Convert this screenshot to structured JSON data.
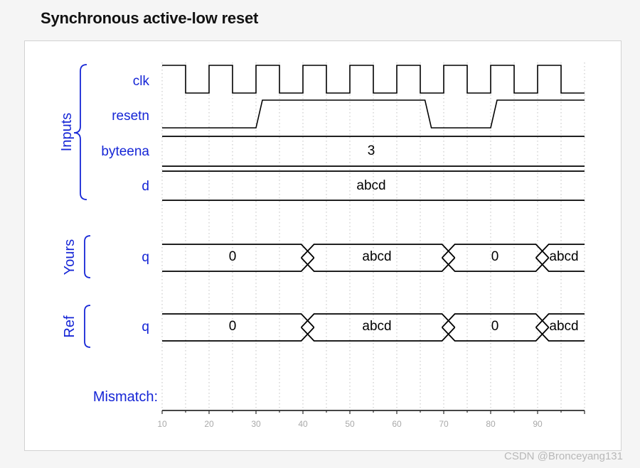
{
  "title": "Synchronous active-low reset",
  "watermark": "CSDN @Bronceyang131",
  "colors": {
    "label_blue": "#1626d6",
    "wave_black": "#000000",
    "grid_gray": "#bfbfbf",
    "tick_gray": "#a9a9a9",
    "panel_bg": "#ffffff",
    "page_bg": "#f5f5f5",
    "panel_border": "#d2d2d2"
  },
  "groups": {
    "inputs": "Inputs",
    "yours": "Yours",
    "ref": "Ref",
    "mismatch": "Mismatch:"
  },
  "signals": {
    "clk": "clk",
    "resetn": "resetn",
    "byteena": "byteena",
    "d": "d",
    "q_yours": "q",
    "q_ref": "q"
  },
  "bus_values": {
    "byteena": "3",
    "d": "abcd",
    "q_seg_1": "0",
    "q_seg_2": "abcd",
    "q_seg_3": "0",
    "q_seg_4": "abcd"
  },
  "axis": {
    "ticks": [
      "10",
      "20",
      "30",
      "40",
      "50",
      "60",
      "70",
      "80",
      "90"
    ],
    "tick_values": [
      10,
      20,
      30,
      40,
      50,
      60,
      70,
      80,
      90
    ],
    "t_start": 10,
    "t_end": 100,
    "minor_step": 5
  },
  "chart_data": {
    "type": "line",
    "title": "Synchronous active-low reset",
    "xlabel": "",
    "ylabel": "",
    "xlim": [
      10,
      100
    ],
    "grid": true,
    "legend": "none",
    "series": [
      {
        "name": "clk",
        "kind": "digital",
        "description": "Square wave, period 10, high from t=10 to 15, then toggling every 5 units",
        "transitions": [
          {
            "t": 10,
            "v": 1
          },
          {
            "t": 15,
            "v": 0
          },
          {
            "t": 20,
            "v": 1
          },
          {
            "t": 25,
            "v": 0
          },
          {
            "t": 30,
            "v": 1
          },
          {
            "t": 35,
            "v": 0
          },
          {
            "t": 40,
            "v": 1
          },
          {
            "t": 45,
            "v": 0
          },
          {
            "t": 50,
            "v": 1
          },
          {
            "t": 55,
            "v": 0
          },
          {
            "t": 60,
            "v": 1
          },
          {
            "t": 65,
            "v": 0
          },
          {
            "t": 70,
            "v": 1
          },
          {
            "t": 75,
            "v": 0
          },
          {
            "t": 80,
            "v": 1
          },
          {
            "t": 85,
            "v": 0
          },
          {
            "t": 90,
            "v": 1
          },
          {
            "t": 95,
            "v": 0
          }
        ]
      },
      {
        "name": "resetn",
        "kind": "digital",
        "description": "Low until t=30, high 31..66, low 67..80, high from 81",
        "transitions": [
          {
            "t": 10,
            "v": 0
          },
          {
            "t": 30,
            "v": 1
          },
          {
            "t": 66,
            "v": 0
          },
          {
            "t": 80,
            "v": 1
          }
        ]
      },
      {
        "name": "byteena",
        "kind": "bus",
        "segments": [
          {
            "t_start": 10,
            "t_end": 100,
            "value": "3"
          }
        ]
      },
      {
        "name": "d",
        "kind": "bus",
        "segments": [
          {
            "t_start": 10,
            "t_end": 100,
            "value": "abcd"
          }
        ]
      },
      {
        "name": "q (Yours)",
        "kind": "bus",
        "segments": [
          {
            "t_start": 10,
            "t_end": 41,
            "value": "0"
          },
          {
            "t_start": 41,
            "t_end": 71,
            "value": "abcd"
          },
          {
            "t_start": 71,
            "t_end": 91,
            "value": "0"
          },
          {
            "t_start": 91,
            "t_end": 100,
            "value": "abcd"
          }
        ]
      },
      {
        "name": "q (Ref)",
        "kind": "bus",
        "segments": [
          {
            "t_start": 10,
            "t_end": 41,
            "value": "0"
          },
          {
            "t_start": 41,
            "t_end": 71,
            "value": "abcd"
          },
          {
            "t_start": 71,
            "t_end": 91,
            "value": "0"
          },
          {
            "t_start": 91,
            "t_end": 100,
            "value": "abcd"
          }
        ]
      },
      {
        "name": "Mismatch",
        "kind": "marker",
        "segments": []
      }
    ]
  }
}
